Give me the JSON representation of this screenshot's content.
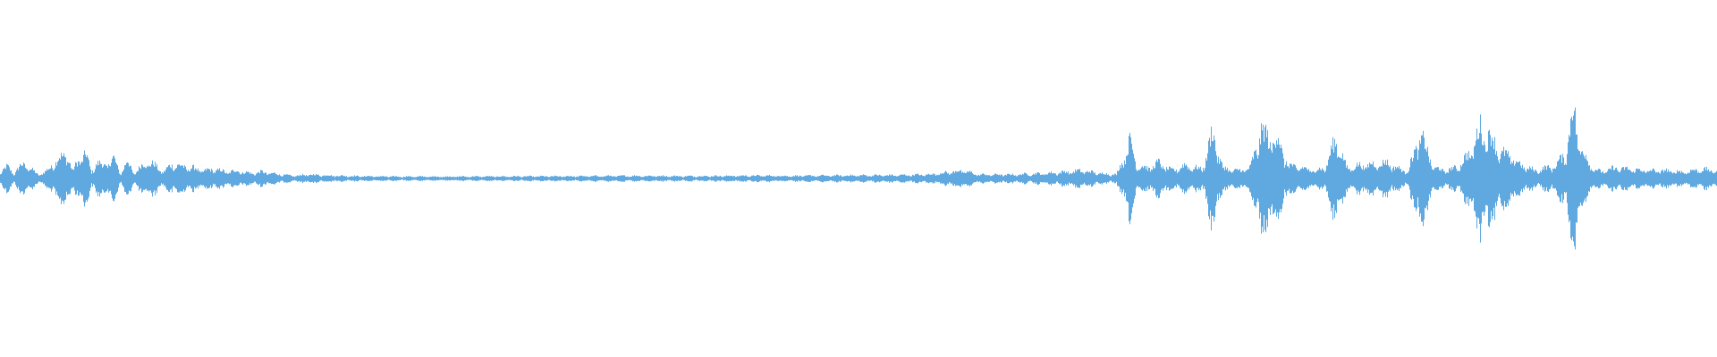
{
  "waveform": {
    "color": "#5fa9e0",
    "background": "#ffffff",
    "envelope": [
      [
        0.0,
        0.05
      ],
      [
        0.004,
        0.09
      ],
      [
        0.008,
        0.04
      ],
      [
        0.012,
        0.1
      ],
      [
        0.015,
        0.11
      ],
      [
        0.018,
        0.07
      ],
      [
        0.022,
        0.03
      ],
      [
        0.026,
        0.05
      ],
      [
        0.029,
        0.08
      ],
      [
        0.032,
        0.14
      ],
      [
        0.036,
        0.16
      ],
      [
        0.039,
        0.2
      ],
      [
        0.042,
        0.05
      ],
      [
        0.046,
        0.16
      ],
      [
        0.05,
        0.18
      ],
      [
        0.053,
        0.05
      ],
      [
        0.056,
        0.12
      ],
      [
        0.06,
        0.1
      ],
      [
        0.066,
        0.15
      ],
      [
        0.07,
        0.04
      ],
      [
        0.074,
        0.13
      ],
      [
        0.078,
        0.04
      ],
      [
        0.085,
        0.13
      ],
      [
        0.09,
        0.1
      ],
      [
        0.095,
        0.05
      ],
      [
        0.1,
        0.11
      ],
      [
        0.107,
        0.09
      ],
      [
        0.112,
        0.08
      ],
      [
        0.118,
        0.06
      ],
      [
        0.125,
        0.07
      ],
      [
        0.132,
        0.05
      ],
      [
        0.138,
        0.06
      ],
      [
        0.146,
        0.04
      ],
      [
        0.152,
        0.05
      ],
      [
        0.158,
        0.04
      ],
      [
        0.17,
        0.02
      ],
      [
        0.18,
        0.03
      ],
      [
        0.19,
        0.025
      ],
      [
        0.2,
        0.02
      ],
      [
        0.21,
        0.018
      ],
      [
        0.23,
        0.015
      ],
      [
        0.26,
        0.015
      ],
      [
        0.29,
        0.016
      ],
      [
        0.32,
        0.017
      ],
      [
        0.34,
        0.018
      ],
      [
        0.36,
        0.02
      ],
      [
        0.38,
        0.02
      ],
      [
        0.4,
        0.018
      ],
      [
        0.42,
        0.02
      ],
      [
        0.44,
        0.022
      ],
      [
        0.46,
        0.02
      ],
      [
        0.48,
        0.022
      ],
      [
        0.5,
        0.024
      ],
      [
        0.52,
        0.025
      ],
      [
        0.54,
        0.03
      ],
      [
        0.56,
        0.06
      ],
      [
        0.57,
        0.03
      ],
      [
        0.59,
        0.03
      ],
      [
        0.61,
        0.04
      ],
      [
        0.62,
        0.05
      ],
      [
        0.63,
        0.06
      ],
      [
        0.64,
        0.04
      ],
      [
        0.65,
        0.03
      ],
      [
        0.658,
        0.28
      ],
      [
        0.662,
        0.1
      ],
      [
        0.668,
        0.08
      ],
      [
        0.675,
        0.12
      ],
      [
        0.682,
        0.06
      ],
      [
        0.69,
        0.1
      ],
      [
        0.7,
        0.07
      ],
      [
        0.706,
        0.35
      ],
      [
        0.712,
        0.08
      ],
      [
        0.72,
        0.06
      ],
      [
        0.728,
        0.08
      ],
      [
        0.734,
        0.36
      ],
      [
        0.738,
        0.32
      ],
      [
        0.744,
        0.3
      ],
      [
        0.75,
        0.1
      ],
      [
        0.758,
        0.08
      ],
      [
        0.766,
        0.06
      ],
      [
        0.772,
        0.09
      ],
      [
        0.778,
        0.31
      ],
      [
        0.784,
        0.08
      ],
      [
        0.792,
        0.1
      ],
      [
        0.8,
        0.11
      ],
      [
        0.808,
        0.12
      ],
      [
        0.815,
        0.07
      ],
      [
        0.82,
        0.06
      ],
      [
        0.827,
        0.34
      ],
      [
        0.835,
        0.08
      ],
      [
        0.843,
        0.06
      ],
      [
        0.85,
        0.1
      ],
      [
        0.857,
        0.22
      ],
      [
        0.862,
        0.38
      ],
      [
        0.868,
        0.31
      ],
      [
        0.874,
        0.2
      ],
      [
        0.88,
        0.16
      ],
      [
        0.886,
        0.1
      ],
      [
        0.894,
        0.06
      ],
      [
        0.9,
        0.08
      ],
      [
        0.906,
        0.1
      ],
      [
        0.912,
        0.2
      ],
      [
        0.916,
        0.55
      ],
      [
        0.92,
        0.25
      ],
      [
        0.926,
        0.1
      ],
      [
        0.932,
        0.05
      ],
      [
        0.94,
        0.08
      ],
      [
        0.95,
        0.07
      ],
      [
        0.96,
        0.06
      ],
      [
        0.97,
        0.06
      ],
      [
        0.98,
        0.05
      ],
      [
        0.99,
        0.07
      ],
      [
        1.0,
        0.06
      ]
    ]
  }
}
